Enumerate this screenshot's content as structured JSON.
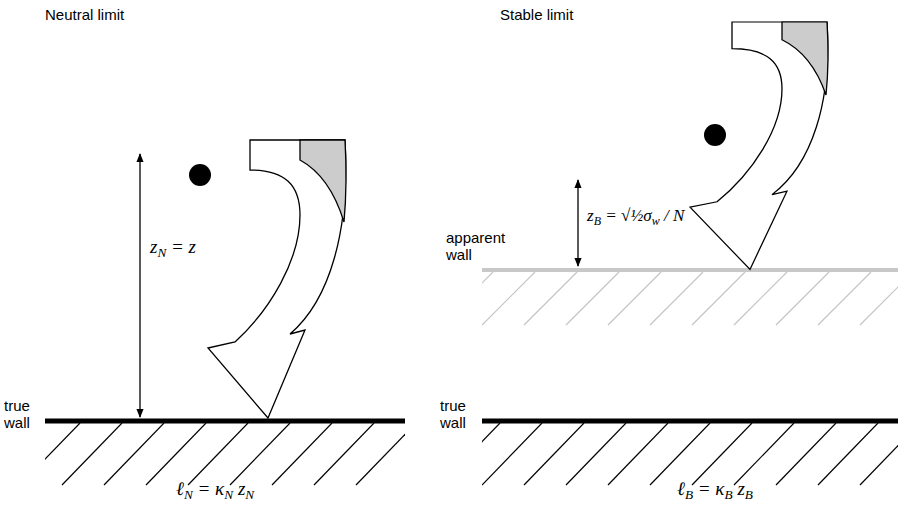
{
  "diagram": {
    "labels": [
      "Neutral limit",
      "Stable limit",
      "zN = z",
      "true wall",
      "ℓN = κN zN",
      "zB = √½σw / N",
      "apparent wall",
      "true wall",
      "ℓB = κB zB"
    ]
  }
}
